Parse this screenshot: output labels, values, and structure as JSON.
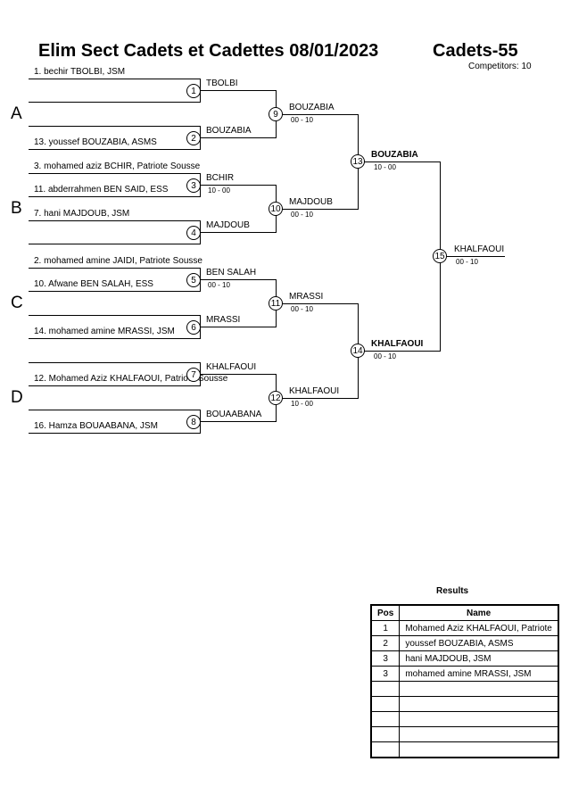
{
  "header": {
    "title": "Elim Sect Cadets et Cadettes  08/01/2023",
    "category": "Cadets-55",
    "competitors": "Competitors: 10"
  },
  "pools": [
    "A",
    "B",
    "C",
    "D"
  ],
  "entries": [
    "1. bechir TBOLBI, JSM",
    "13. youssef BOUZABIA, ASMS",
    "3. mohamed aziz BCHIR, Patriote Sousse",
    "11. abderrahmen BEN SAID, ESS",
    "7. hani MAJDOUB, JSM",
    "2. mohamed amine JAIDI, Patriote Sousse",
    "10. Afwane BEN SALAH, ESS",
    "14. mohamed amine MRASSI, JSM",
    "12. Mohamed Aziz KHALFAOUI, Patriote Sousse",
    "16. Hamza BOUAABANA, JSM"
  ],
  "matches": [
    {
      "num": "1",
      "winner": "TBOLBI",
      "score": ""
    },
    {
      "num": "2",
      "winner": "BOUZABIA",
      "score": ""
    },
    {
      "num": "3",
      "winner": "BCHIR",
      "score": "10 - 00"
    },
    {
      "num": "4",
      "winner": "MAJDOUB",
      "score": ""
    },
    {
      "num": "5",
      "winner": "BEN SALAH",
      "score": "00 - 10"
    },
    {
      "num": "6",
      "winner": "MRASSI",
      "score": ""
    },
    {
      "num": "7",
      "winner": "KHALFAOUI",
      "score": ""
    },
    {
      "num": "8",
      "winner": "BOUAABANA",
      "score": ""
    },
    {
      "num": "9",
      "winner": "BOUZABIA",
      "score": "00 - 10"
    },
    {
      "num": "10",
      "winner": "MAJDOUB",
      "score": "00 - 10"
    },
    {
      "num": "11",
      "winner": "MRASSI",
      "score": "00 - 10"
    },
    {
      "num": "12",
      "winner": "KHALFAOUI",
      "score": "10 - 00"
    },
    {
      "num": "13",
      "winner": "BOUZABIA",
      "score": "10 - 00"
    },
    {
      "num": "14",
      "winner": "KHALFAOUI",
      "score": "00 - 10"
    },
    {
      "num": "15",
      "winner": "KHALFAOUI",
      "score": "00 - 10"
    }
  ],
  "results": {
    "title": "Results",
    "headers": {
      "pos": "Pos",
      "name": "Name"
    },
    "rows": [
      {
        "pos": "1",
        "name": "Mohamed Aziz KHALFAOUI, Patriote"
      },
      {
        "pos": "2",
        "name": "youssef BOUZABIA, ASMS"
      },
      {
        "pos": "3",
        "name": "hani MAJDOUB, JSM"
      },
      {
        "pos": "3",
        "name": "mohamed amine MRASSI, JSM"
      },
      {
        "pos": "",
        "name": ""
      },
      {
        "pos": "",
        "name": ""
      },
      {
        "pos": "",
        "name": ""
      },
      {
        "pos": "",
        "name": ""
      },
      {
        "pos": "",
        "name": ""
      }
    ]
  }
}
